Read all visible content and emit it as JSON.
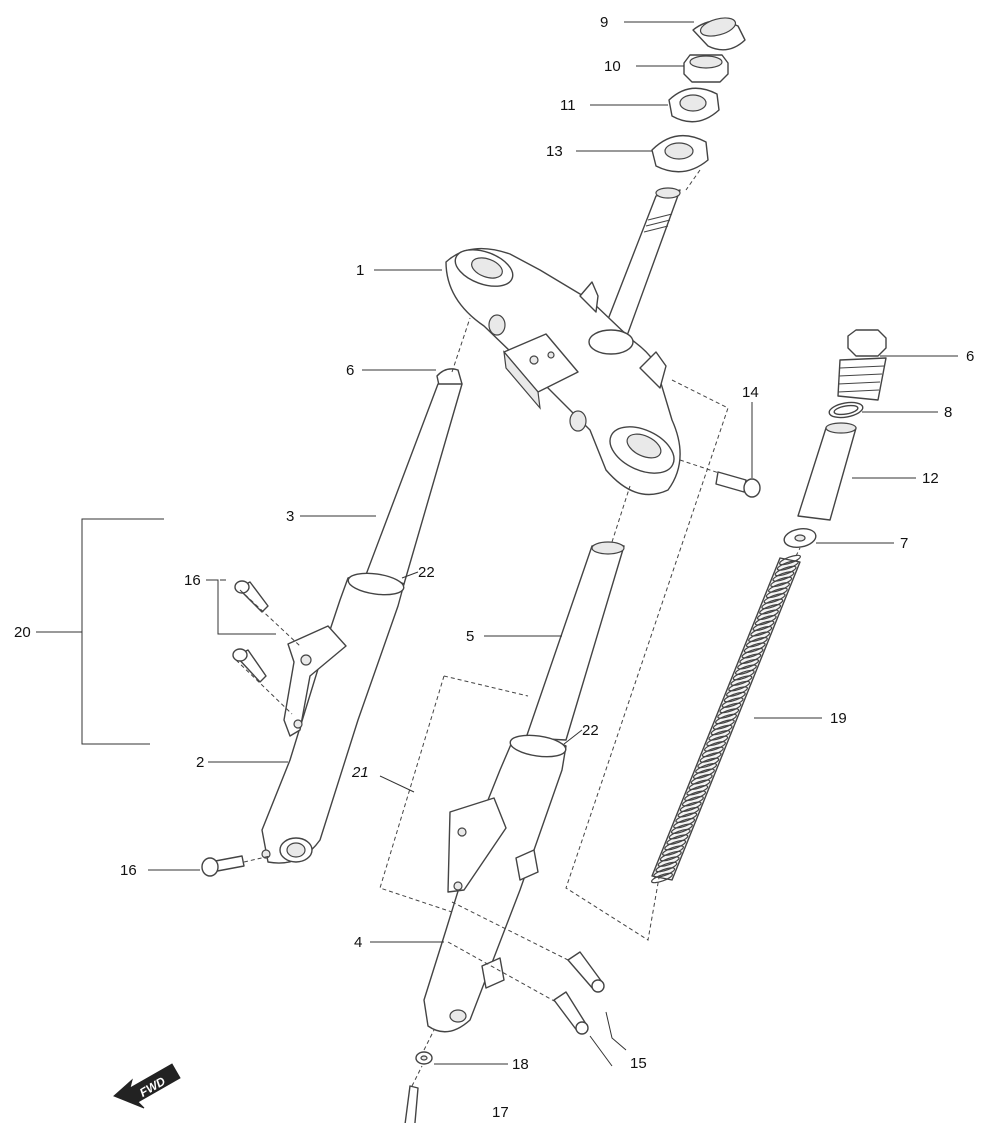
{
  "diagram": {
    "callouts": {
      "c9": "9",
      "c10": "10",
      "c11": "11",
      "c13": "13",
      "c1": "1",
      "c6_left": "6",
      "c6_right": "6",
      "c8": "8",
      "c14": "14",
      "c12": "12",
      "c7": "7",
      "c3": "3",
      "c16_top": "16",
      "c22_left": "22",
      "c20": "20",
      "c5": "5",
      "c19": "19",
      "c22_right": "22",
      "c2": "2",
      "c21": "21",
      "c16_bottom": "16",
      "c4": "4",
      "c15": "15",
      "c18": "18",
      "c17": "17"
    },
    "fwd_label": "FWD"
  }
}
